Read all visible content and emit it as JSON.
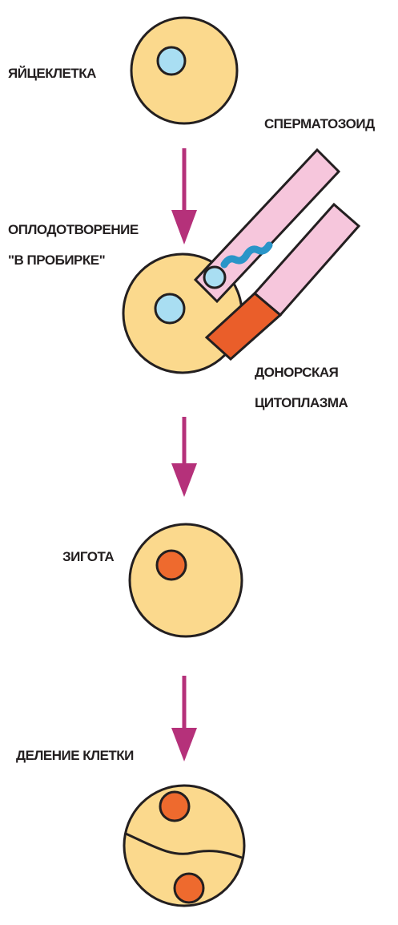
{
  "labels": {
    "egg": "ЯЙЦЕКЛЕТКА",
    "sperm": "СПЕРМАТОЗОИД",
    "ivf_line1": "ОПЛОДОТВОРЕНИЕ",
    "ivf_line2": "\"В ПРОБИРКЕ\"",
    "donor_line1": "ДОНОРСКАЯ",
    "donor_line2": "ЦИТОПЛАЗМА",
    "zygote": "ЗИГОТА",
    "division": "ДЕЛЕНИЕ КЛЕТКИ"
  },
  "colors": {
    "cell_fill": "#fbd98d",
    "outline": "#231f20",
    "egg_nucleus": "#a9def2",
    "zygote_nucleus": "#ee6a2e",
    "pipette_pink": "#f6c6dc",
    "donor_orange": "#ea5e2a",
    "sperm_tail": "#2a95c8",
    "arrow": "#b5317a"
  }
}
